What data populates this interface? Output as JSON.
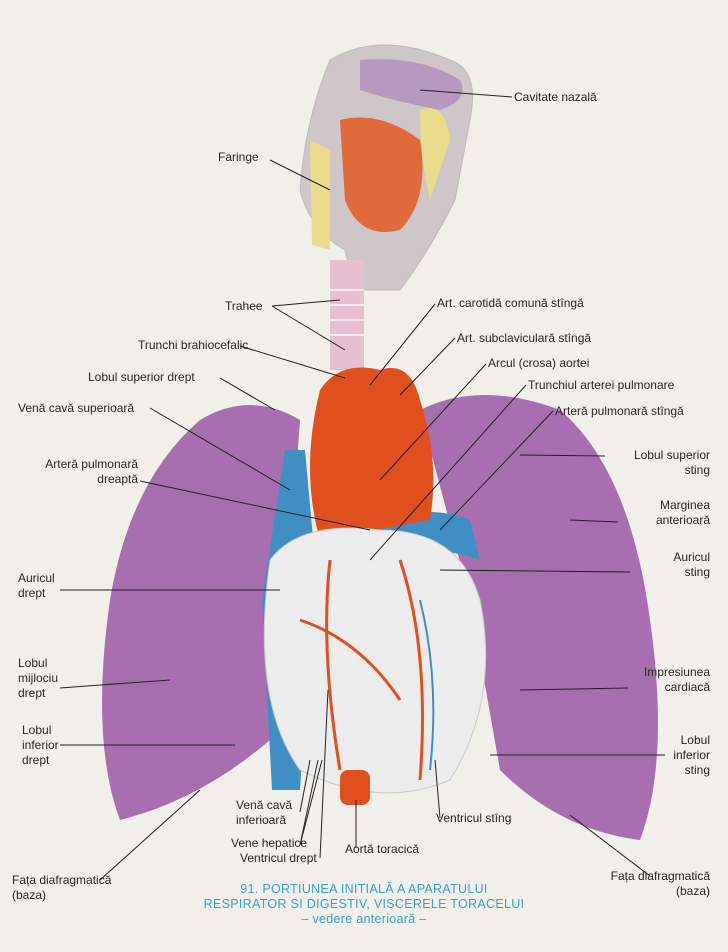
{
  "labels": {
    "cavitate_nazala": "Cavitate nazală",
    "faringe": "Faringe",
    "trahee": "Trahee",
    "art_carotida": "Art. carotidă comună stîngă",
    "art_subclaviculara": "Art. subclaviculară stîngă",
    "trunchi_brahiocefalic": "Trunchi brahiocefalic",
    "arcul_aortei": "Arcul (crosa) aortei",
    "lobul_superior_drept": "Lobul superior drept",
    "trunchiul_arterei_pulmonare": "Trunchiul arterei pulmonare",
    "vena_cava_superioara": "Venă cavă superioară",
    "artera_pulmonara_stinga": "Arteră pulmonară stîngă",
    "lobul_superior_sting": [
      "Lobul superior",
      "sting"
    ],
    "artera_pulmonara_dreapta": [
      "Arteră pulmonară",
      "dreaptă"
    ],
    "marginea_anterioara": [
      "Marginea",
      "anterioară"
    ],
    "auricul_sting": [
      "Auricul",
      "sting"
    ],
    "auricul_drept": [
      "Auricul",
      "drept"
    ],
    "lobul_mijlociu_drept": [
      "Lobul",
      "mijlociu",
      "drept"
    ],
    "impresiunea_cardiaca": [
      "Impresiunea",
      "cardiacă"
    ],
    "lobul_inferior_drept": [
      "Lobul",
      "inferior",
      "drept"
    ],
    "lobul_inferior_sting": [
      "Lobul",
      "inferior",
      "sting"
    ],
    "vena_cava_inferioara": [
      "Venă cavă",
      "inferioară"
    ],
    "ventricul_sting": "Ventricul stîng",
    "vene_hepatice": "Vene hepatice",
    "aorta_toracica": "Aortă toracică",
    "ventricul_drept": "Ventricul drept",
    "fata_diafragmatica_stanga": [
      "Fața diafragmatică",
      "(baza)"
    ],
    "fata_diafragmatica_dreapta": [
      "Fața diafragmatică",
      "(baza)"
    ]
  },
  "caption": {
    "line1": "91. PORTIUNEA INITIALĂ A APARATULUI",
    "line2": "RESPIRATOR SI DIGESTIV, VISCERELE TORACELUI",
    "line3": "– vedere anterioară –"
  },
  "colors": {
    "lung": "#a86fb0",
    "artery": "#e0501e",
    "vein": "#3f8fc4",
    "caption": "#3aa0cc"
  }
}
